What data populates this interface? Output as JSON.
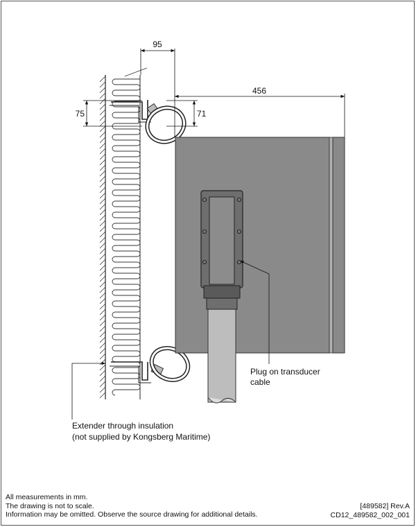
{
  "dimensions": {
    "top_width": "95",
    "bracket_height": "75",
    "ring_height": "71",
    "overall_width": "456"
  },
  "callouts": {
    "plug_line1": "Plug on transducer",
    "plug_line2": "cable",
    "extender_line1": "Extender through insulation",
    "extender_line2": "(not supplied by Kongsberg Maritime)"
  },
  "footer": {
    "notes": [
      "All measurements in mm.",
      "The drawing is not to scale.",
      "Information may be omitted. Observe the source drawing for additional details."
    ],
    "revision": "[489582] Rev.A",
    "drawing_id": "CD12_489582_002_001"
  }
}
